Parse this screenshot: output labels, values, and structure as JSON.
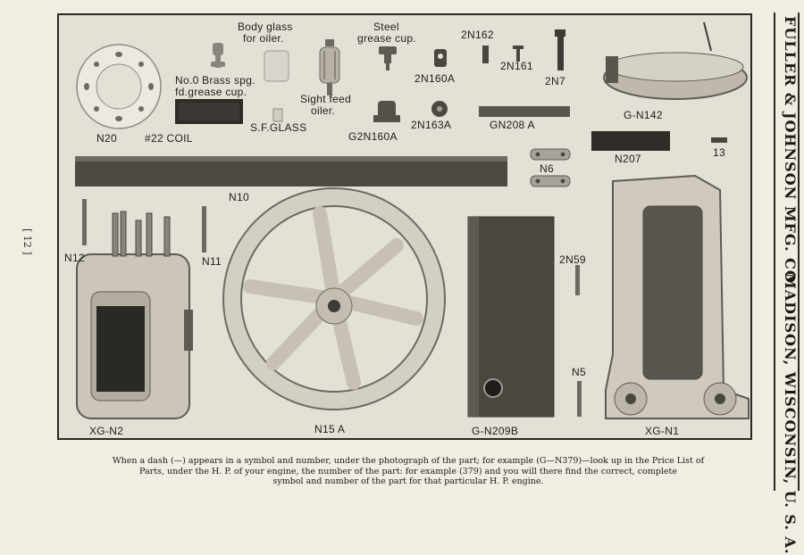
{
  "page_number": "[ 12 ]",
  "sidebar": {
    "company": "FULLER & JOHNSON MFG. CO.",
    "location": "MADISON, WISCONSIN, U. S. A."
  },
  "labels": {
    "body_glass": "Body glass",
    "for_oiler": "for oiler.",
    "steel": "Steel",
    "grease_cup": "grease cup.",
    "n2n162": "2N162",
    "n2n161": "2N161",
    "n2n7": "2N7",
    "no0_1": "No.0 Brass spg.",
    "no0_2": "fd.grease cup.",
    "n2n160a": "2N160A",
    "sight_1": "Sight feed",
    "sight_2": "oiler.",
    "gn142": "G-N142",
    "n20": "N20",
    "coil": "#22 COIL",
    "sf_glass": "S.F.GLASS",
    "g2n160a": "G2N160A",
    "n2n163a": "2N163A",
    "gn208a": "GN208 A",
    "n6": "N6",
    "n207": "N207",
    "n13": "13",
    "n10": "N10",
    "n12": "N12",
    "n11": "N11",
    "n2n59": "2N59",
    "n5": "N5",
    "xgn2": "XG-N2",
    "n15a": "N15 A",
    "gn209b": "G-N209B",
    "xgn1": "XG-N1"
  },
  "footnote": {
    "line1": "When a dash (—) appears in a symbol and number, under the photograph of the part; for example (G—N379)—look up in the Price List of",
    "line2": "Parts, under the H. P. of your engine, the number of the part: for example (379) and you will there find the correct, complete",
    "line3": "symbol and number of the part for that particular H. P. engine."
  }
}
